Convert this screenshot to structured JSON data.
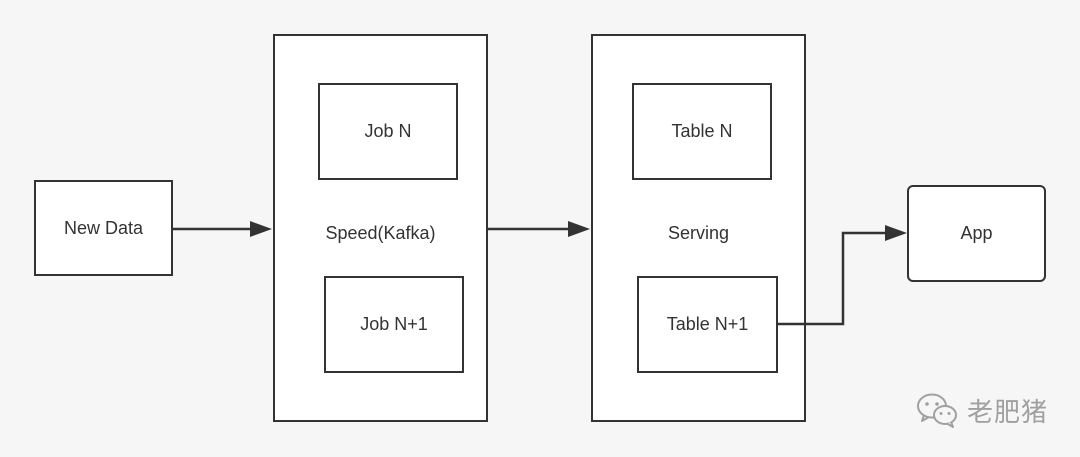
{
  "diagram": {
    "nodes": {
      "new_data": "New Data",
      "speed_container": "Speed(Kafka)",
      "job_n": "Job N",
      "job_n_plus_1": "Job N+1",
      "serving_container": "Serving",
      "table_n": "Table N",
      "table_n_plus_1": "Table N+1",
      "app": "App"
    },
    "edges": [
      {
        "from": "New Data",
        "to": "Speed(Kafka)"
      },
      {
        "from": "Speed(Kafka)",
        "to": "Serving"
      },
      {
        "from": "Table N+1",
        "to": "App"
      }
    ]
  },
  "watermark": {
    "text": "老肥猪",
    "icon": "wechat-icon"
  },
  "colors": {
    "background": "#f6f6f6",
    "stroke": "#333333",
    "box_fill": "#ffffff",
    "watermark": "#a0a0a0"
  }
}
